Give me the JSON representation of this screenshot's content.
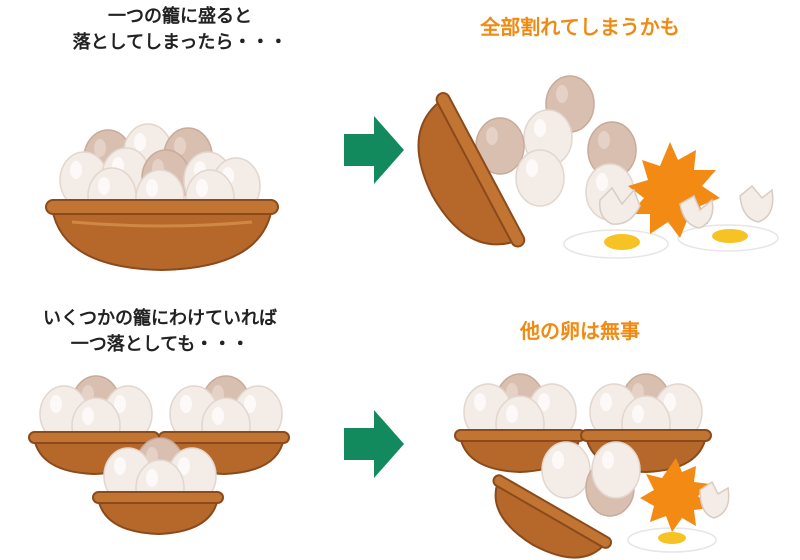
{
  "scenario_single": {
    "caption_line1": "一つの籠に盛ると",
    "caption_line2": "落としてしまったら・・・",
    "result": "全部割れてしまうかも"
  },
  "scenario_multiple": {
    "caption_line1": "いくつかの籠にわけていれば",
    "caption_line2": "一つ落としても・・・",
    "result": "他の卵は無事"
  },
  "colors": {
    "arrow": "#138a5e",
    "basket": "#b5682a",
    "basket_dark": "#8b4a1c",
    "egg_white": "#f4ece6",
    "egg_brown": "#d8bfb0",
    "burst": "#f28a14",
    "yolk": "#f6c224",
    "accent_text": "#f08a12"
  }
}
